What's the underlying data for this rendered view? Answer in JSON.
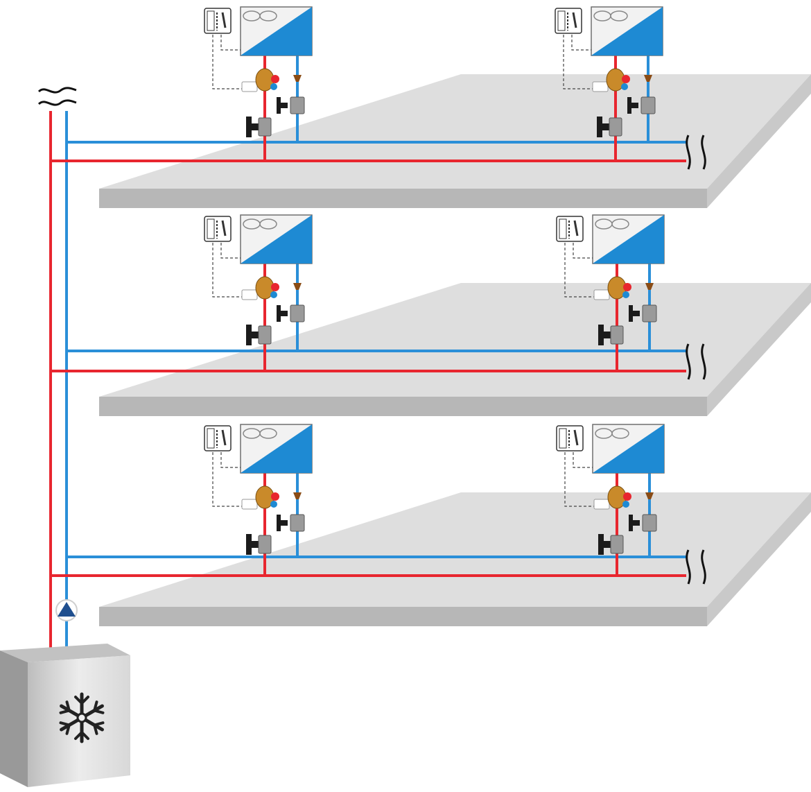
{
  "colors": {
    "supply": "#e8262f",
    "return": "#2a8fd8",
    "floor_top": "#dedede",
    "floor_side": "#b7b7b7",
    "unit_accent": "#1e8ad3",
    "unit_body": "#f2f2f2",
    "outline": "#6f6f6f",
    "pump": "#1f4f8f",
    "chiller_front": "#d5d5d5",
    "chiller_top": "#c2c2c2",
    "chiller_side": "#999999",
    "valve_brass": "#c98a2a",
    "valve_black": "#1b1b1b",
    "valve_grey": "#9a9a9a"
  },
  "icons": {
    "fan_coil": "infinity-fan-icon",
    "thermostat": "room-thermostat-icon",
    "pump": "pump-triangle-icon",
    "chiller": "snowflake-icon",
    "break": "pipe-break-icon"
  },
  "diagram": {
    "floors": [
      {
        "name": "floor-top",
        "terminal_units": 2
      },
      {
        "name": "floor-middle",
        "terminal_units": 2
      },
      {
        "name": "floor-bottom",
        "terminal_units": 2
      }
    ],
    "riser": {
      "pipes": 2,
      "continues_above": true
    },
    "mains_continue_right": true
  }
}
